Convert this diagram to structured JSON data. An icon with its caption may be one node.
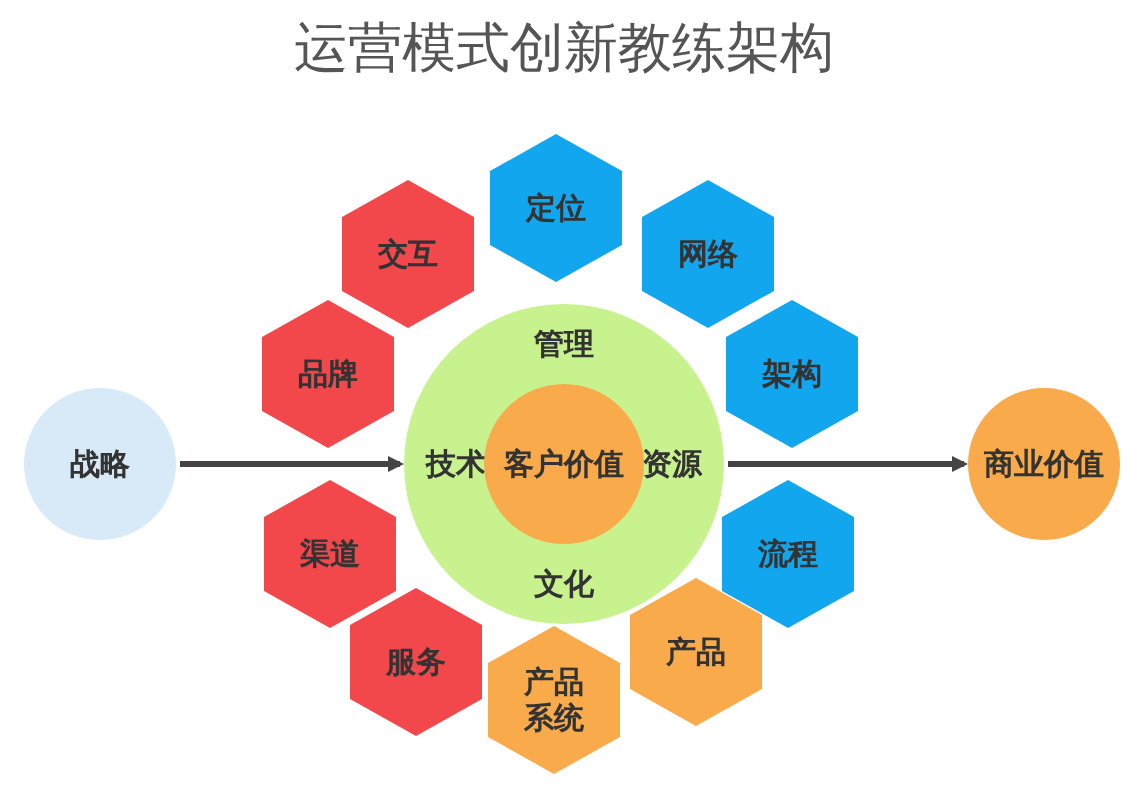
{
  "diagram": {
    "title": "运营模式创新教练架构",
    "nodes": [
      {
        "text": [
          "战略"
        ]
      },
      {
        "text": [
          "管理",
          "技术",
          "资源",
          "文化"
        ]
      },
      {
        "text": [
          "客户价值"
        ],
        "in": 1
      },
      {
        "text": [
          "定位"
        ]
      },
      {
        "text": [
          "交互"
        ]
      },
      {
        "text": [
          "网络"
        ]
      },
      {
        "text": [
          "品牌"
        ]
      },
      {
        "text": [
          "架构"
        ]
      },
      {
        "text": [
          "渠道"
        ]
      },
      {
        "text": [
          "流程"
        ]
      },
      {
        "text": [
          "服务"
        ]
      },
      {
        "text": [
          "产品"
        ]
      },
      {
        "text": [
          "产品系统"
        ]
      },
      {
        "text": [
          "商业价值"
        ]
      }
    ],
    "edges": [
      {
        "from": 0,
        "to": 1,
        "arrow": "to"
      },
      {
        "from": 1,
        "to": 13,
        "arrow": "to"
      }
    ]
  }
}
